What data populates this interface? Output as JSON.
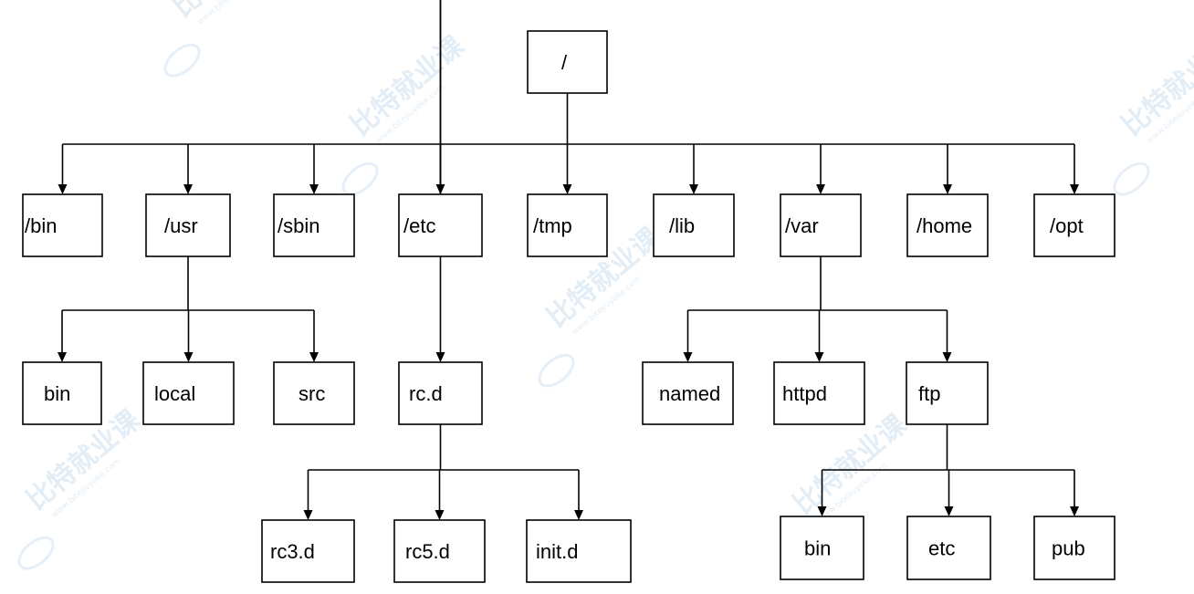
{
  "colors": {
    "background": "#ffffff",
    "line": "#000000",
    "watermark": "#e3edf6"
  },
  "watermark": {
    "text": "比特就业课",
    "sub": "www.bitejiuyeke.com"
  },
  "nodes": [
    {
      "id": "root",
      "label": "/",
      "parent": null
    },
    {
      "id": "bin",
      "label": "/bin",
      "parent": "root"
    },
    {
      "id": "usr",
      "label": "/usr",
      "parent": "root"
    },
    {
      "id": "sbin",
      "label": "/sbin",
      "parent": "root"
    },
    {
      "id": "etc",
      "label": "/etc",
      "parent": "root"
    },
    {
      "id": "tmp",
      "label": "/tmp",
      "parent": "root"
    },
    {
      "id": "lib",
      "label": "/lib",
      "parent": "root"
    },
    {
      "id": "var",
      "label": "/var",
      "parent": "root"
    },
    {
      "id": "home",
      "label": "/home",
      "parent": "root"
    },
    {
      "id": "opt",
      "label": "/opt",
      "parent": "root"
    },
    {
      "id": "usr_bin",
      "label": "bin",
      "parent": "usr"
    },
    {
      "id": "usr_local",
      "label": "local",
      "parent": "usr"
    },
    {
      "id": "usr_src",
      "label": "src",
      "parent": "usr"
    },
    {
      "id": "rcd",
      "label": "rc.d",
      "parent": "etc"
    },
    {
      "id": "rc3d",
      "label": "rc3.d",
      "parent": "rcd"
    },
    {
      "id": "rc5d",
      "label": "rc5.d",
      "parent": "rcd"
    },
    {
      "id": "initd",
      "label": "init.d",
      "parent": "rcd"
    },
    {
      "id": "named",
      "label": "named",
      "parent": "var"
    },
    {
      "id": "httpd",
      "label": "httpd",
      "parent": "var"
    },
    {
      "id": "ftp",
      "label": "ftp",
      "parent": "var"
    },
    {
      "id": "ftp_bin",
      "label": "bin",
      "parent": "ftp"
    },
    {
      "id": "ftp_etc",
      "label": "etc",
      "parent": "ftp"
    },
    {
      "id": "ftp_pub",
      "label": "pub",
      "parent": "ftp"
    }
  ]
}
